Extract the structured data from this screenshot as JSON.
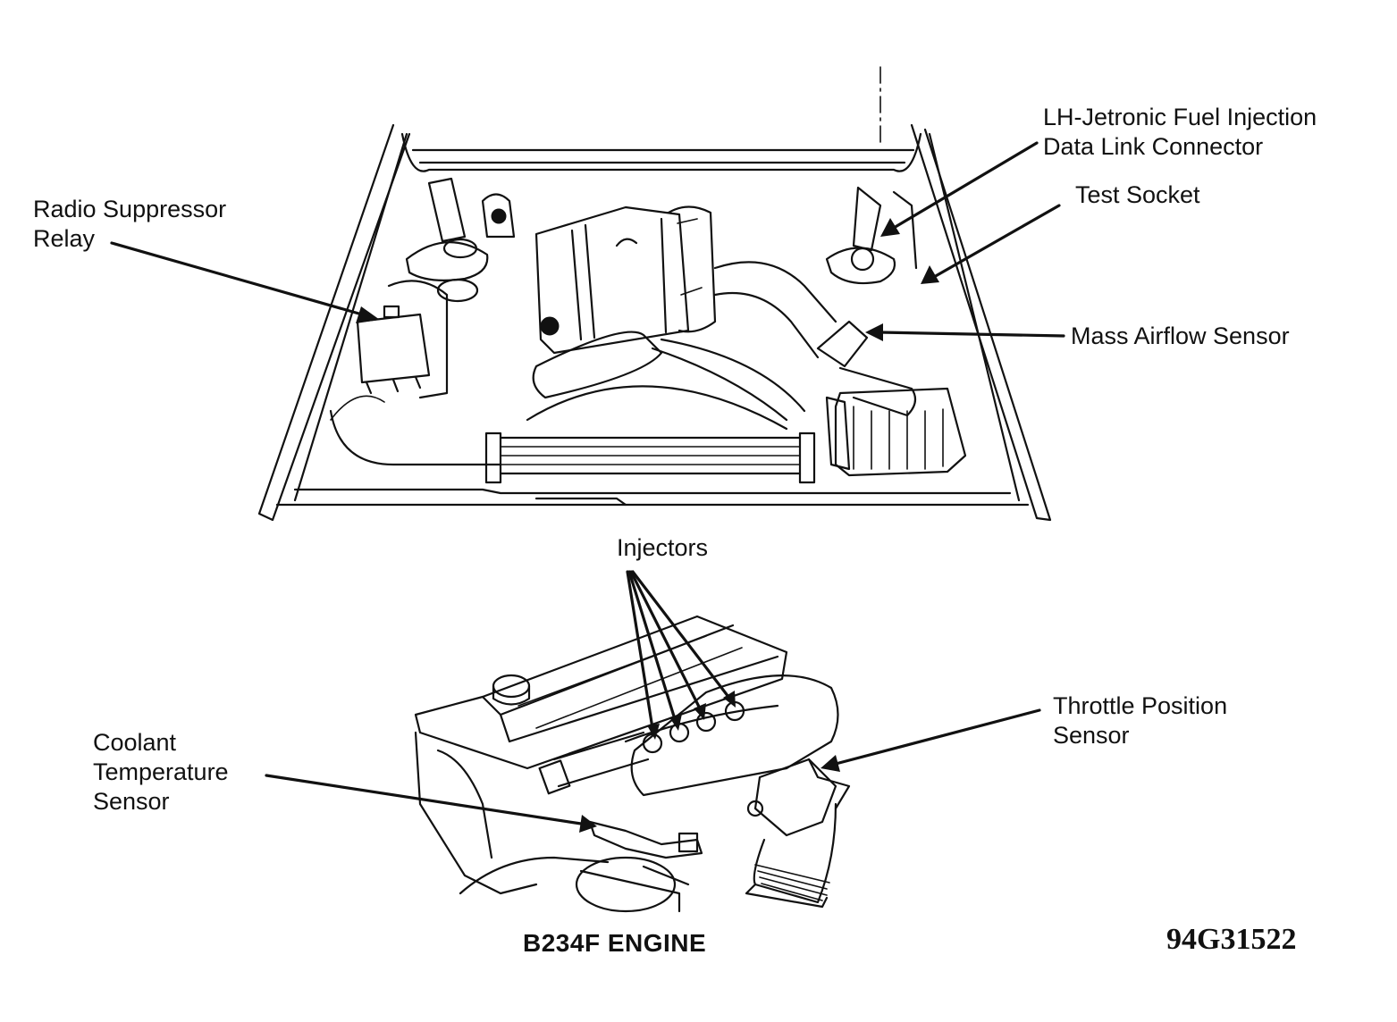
{
  "labels": {
    "radio_suppressor_relay": [
      "Radio Suppressor",
      "Relay"
    ],
    "lh_jetronic": [
      "LH-Jetronic Fuel Injection",
      "Data Link Connector"
    ],
    "test_socket": "Test Socket",
    "mass_airflow_sensor": "Mass Airflow Sensor",
    "injectors": "Injectors",
    "throttle_position_sensor": [
      "Throttle Position",
      "Sensor"
    ],
    "coolant_temperature_sensor": [
      "Coolant",
      "Temperature",
      "Sensor"
    ]
  },
  "caption": "B234F ENGINE",
  "figure_id": "94G31522"
}
